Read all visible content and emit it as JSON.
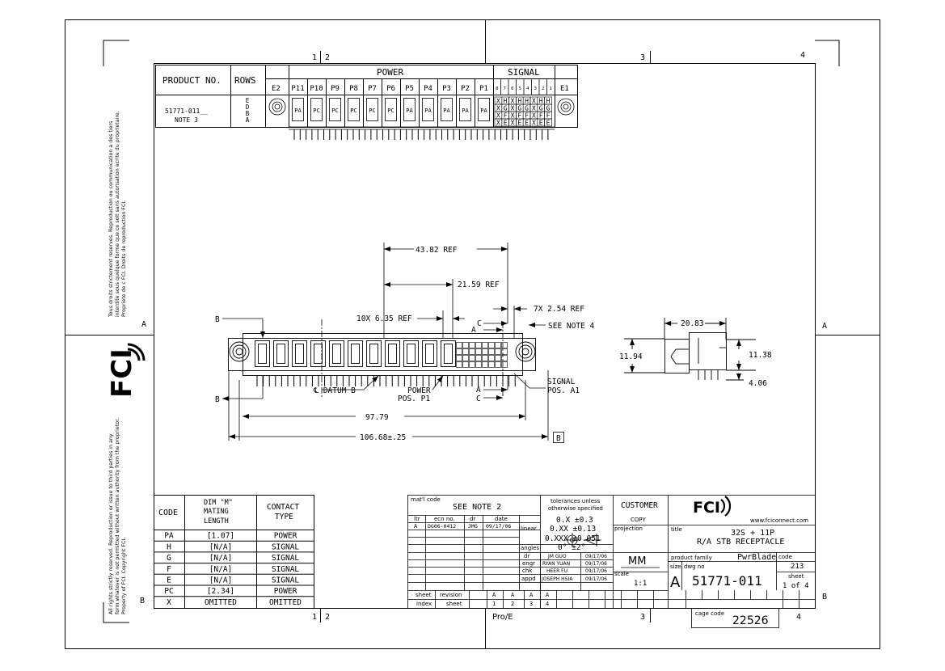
{
  "zones": {
    "top_1": "1",
    "top_2": "2",
    "top_3": "3",
    "top_4": "4",
    "bottom_1": "1",
    "bottom_2": "2",
    "bottom_3": "3",
    "bottom_4": "4",
    "left_a": "A",
    "left_b": "B",
    "right_a": "A",
    "right_b": "B"
  },
  "side_notes": {
    "french": [
      "Tous droits strictement reserves. Reproduction ou communication a des tiers",
      "interdite sous quelque forme que ce soit sans autorisation ecrite du proprietaire.",
      "Propriete de c FCI. Droits de reproduction FCI."
    ],
    "english": [
      "All rights strictly reserved. Reproduction or issue to third parties in any",
      "form whatever is not permitted without written authority from the proprietor.",
      "Property of FCI. Copyright FCI."
    ],
    "logo": "FCI"
  },
  "top_table": {
    "product_no_header": "PRODUCT NO.",
    "rows_header": "ROWS",
    "power_header": "POWER",
    "signal_header": "SIGNAL",
    "e2": "E2",
    "e1": "E1",
    "power_cols": [
      "P11",
      "P10",
      "P9",
      "P8",
      "P7",
      "P6",
      "P5",
      "P4",
      "P3",
      "P2",
      "P1"
    ],
    "signal_cols": [
      "8",
      "7",
      "6",
      "5",
      "4",
      "3",
      "2",
      "1"
    ],
    "product_line1": "51771-011__",
    "product_line2": "NOTE 3",
    "rows": [
      "E",
      "D",
      "B",
      "A"
    ],
    "power_vals": [
      "PA",
      "PC",
      "PC",
      "PC",
      "PC",
      "PC",
      "PA",
      "PA",
      "PA",
      "PA",
      "PA"
    ],
    "signal_vals": [
      [
        "X",
        "H",
        "X",
        "H",
        "H",
        "X",
        "H",
        "H"
      ],
      [
        "X",
        "G",
        "X",
        "G",
        "G",
        "X",
        "G",
        "G"
      ],
      [
        "X",
        "F",
        "X",
        "F",
        "F",
        "X",
        "F",
        "F"
      ],
      [
        "X",
        "E",
        "X",
        "E",
        "E",
        "X",
        "E",
        "E"
      ]
    ]
  },
  "dims": {
    "d1": "43.82 REF",
    "d2": "21.59 REF",
    "d3": "10X 6.35 REF",
    "d4": "7X 2.54 REF",
    "see_note4": "SEE NOTE 4",
    "b1": "B",
    "b2": "B",
    "c1": "C",
    "a1": "A",
    "a2": "A",
    "c2": "C",
    "datum_b": "℄ DATUM B",
    "power": "POWER",
    "pos_p1": "POS. P1",
    "signal": "SIGNAL",
    "pos_a1": "POS. A1",
    "d5": "97.79",
    "d6": "106.68±.25",
    "datum_box": "B",
    "side1": "20.83",
    "side2": "11.94",
    "side3": "11.38",
    "side4": "4.06"
  },
  "code_table": {
    "h_code": "CODE",
    "h_dim1": "DIM \"M\"",
    "h_dim2": "MATING",
    "h_dim3": "LENGTH",
    "h_ct1": "CONTACT",
    "h_ct2": "TYPE",
    "rows": [
      {
        "code": "PA",
        "len": "[1.07]",
        "type": "POWER"
      },
      {
        "code": "H",
        "len": "[N/A]",
        "type": "SIGNAL"
      },
      {
        "code": "G",
        "len": "[N/A]",
        "type": "SIGNAL"
      },
      {
        "code": "F",
        "len": "[N/A]",
        "type": "SIGNAL"
      },
      {
        "code": "E",
        "len": "[N/A]",
        "type": "SIGNAL"
      },
      {
        "code": "PC",
        "len": "[2.34]",
        "type": "POWER"
      },
      {
        "code": "X",
        "len": "OMITTED",
        "type": "OMITTED"
      }
    ]
  },
  "title_block": {
    "matl_code": "mat'l code",
    "see_note2": "SEE NOTE 2",
    "tolerances1": "tolerances unless",
    "tolerances2": "otherwise specified",
    "customer": "CUSTOMER",
    "copy": "COPY",
    "ltr": "ltr",
    "ecn_no": "ecn no.",
    "dr_h": "dr",
    "date_h": "date",
    "rev_ltr": "A",
    "rev_ecn": "DG06-0412",
    "rev_dr": "JMG",
    "rev_date": "09/17/06",
    "linear": "linear",
    "tol1": "0.X ±0.3",
    "tol2": "0.XX ±0.13",
    "tol3": "0.XXX ±0.051",
    "angles": "angles",
    "tol4": "0° ±2°",
    "projection": "projection",
    "dr": "dr",
    "dr_name": "JM GUO",
    "dr_date": "09/17/06",
    "engr": "engr",
    "engr_name": "RYAN YUAN",
    "engr_date": "09/17/06",
    "chk": "chk",
    "chk_name": "HEER FU",
    "chk_date": "09/17/06",
    "appd": "appd",
    "appd_name": "JOSEPH HSIA",
    "appd_date": "09/17/06",
    "units": "MM",
    "scale_label": "scale",
    "scale": "1:1",
    "sheet_h": "sheet",
    "revision_h": "revision",
    "index_h": "index",
    "sheet_h2": "sheet",
    "sheet_revs": [
      "A",
      "A",
      "A",
      "A"
    ],
    "sheet_idx": [
      "1",
      "2",
      "3",
      "4"
    ],
    "logo": "FCI",
    "url": "www.fciconnect.com",
    "title_label": "title",
    "title1": "32S + 11P",
    "title2": "R/A STB RECEPTACLE",
    "product_family": "product family",
    "family": "PwrBlade",
    "code_label": "code",
    "code": "213",
    "size_label": "size",
    "size": "A",
    "dwg_label": "dwg no",
    "dwg_no": "51771-011",
    "sheet_label": "sheet",
    "sheet_of": "1 of 4",
    "cage_label": "cage code",
    "cage": "22526",
    "proe": "Pro/E"
  }
}
